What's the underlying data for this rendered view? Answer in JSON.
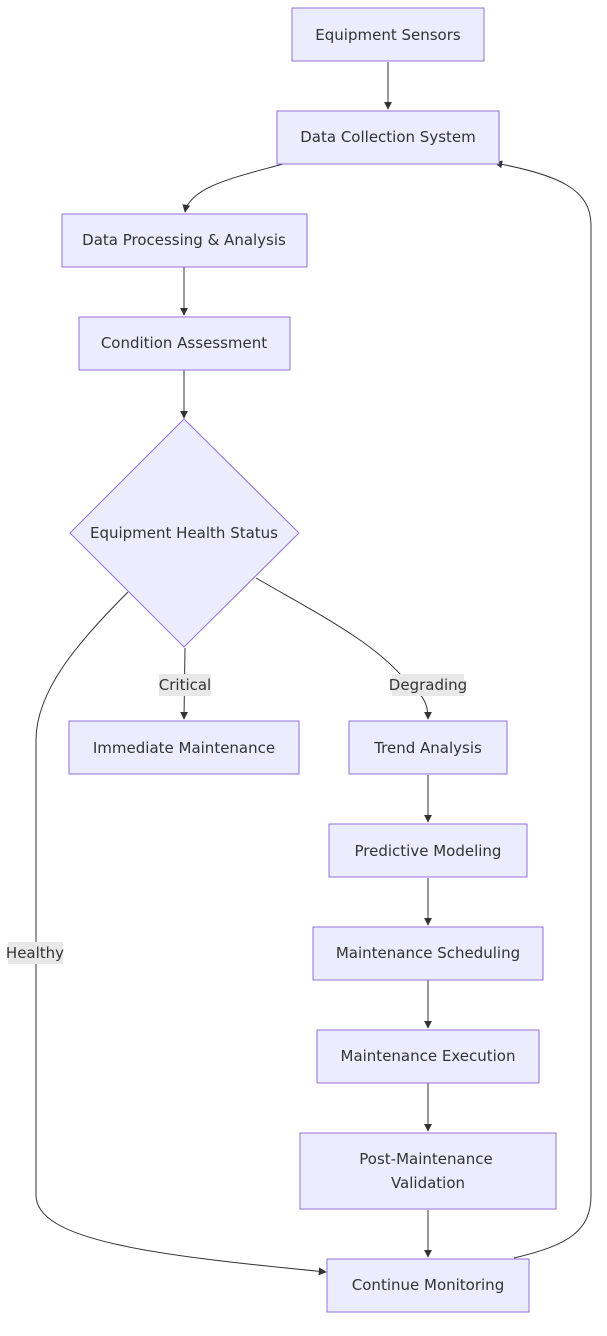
{
  "nodes": {
    "sensors": "Equipment Sensors",
    "collection": "Data Collection System",
    "processing": "Data Processing & Analysis",
    "assessment": "Condition Assessment",
    "health": "Equipment Health Status",
    "immediate": "Immediate Maintenance",
    "trend": "Trend Analysis",
    "predictive": "Predictive Modeling",
    "scheduling": "Maintenance Scheduling",
    "execution": "Maintenance Execution",
    "post_line1": "Post-Maintenance",
    "post_line2": "Validation",
    "monitoring": "Continue Monitoring"
  },
  "edge_labels": {
    "critical": "Critical",
    "degrading": "Degrading",
    "healthy": "Healthy"
  },
  "colors": {
    "node_fill": "#ececff",
    "node_stroke": "#9370db",
    "edge": "#333333",
    "label_bg": "#e8e8e8"
  }
}
